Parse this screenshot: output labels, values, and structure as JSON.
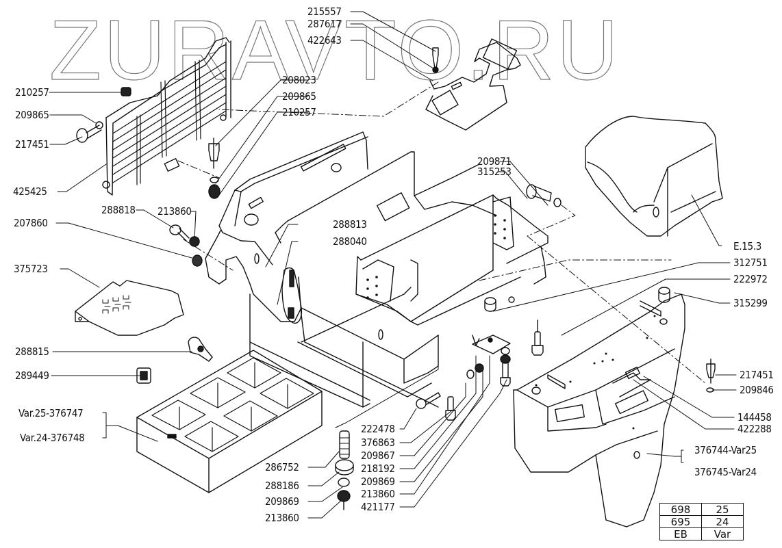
{
  "watermark": "ZURAVTO.RU",
  "labels": {
    "p215557": "215557",
    "p287617": "287617",
    "p422643": "422643",
    "p210257a": "210257",
    "p208023": "208023",
    "p209865b": "209865",
    "p210257b": "210257",
    "p209865a": "209865",
    "p217451a": "217451",
    "p425425": "425425",
    "p209871": "209871",
    "p315253": "315253",
    "pE153": "E.15.3",
    "p288818": "288818",
    "p213860a": "213860",
    "p207860": "207860",
    "p288813": "288813",
    "p288040": "288040",
    "p312751": "312751",
    "p222972": "222972",
    "p375723": "375723",
    "p315299": "315299",
    "p288815": "288815",
    "p289449": "289449",
    "p217451b": "217451",
    "p209846": "209846",
    "pVar25": "Var.25-376747",
    "pVar24": "Var.24-376748",
    "p144458": "144458",
    "p422288": "422288",
    "p222478": "222478",
    "p376863": "376863",
    "p209867": "209867",
    "p218192": "218192",
    "p209869a": "209869",
    "p213860b": "213860",
    "p421177": "421177",
    "p286752": "286752",
    "p288186": "288186",
    "p209869b": "209869",
    "p213860c": "213860",
    "p376744": "376744-Var25",
    "p376745": "376745-Var24"
  },
  "variant_table": {
    "rows": [
      [
        "698",
        "25"
      ],
      [
        "695",
        "24"
      ],
      [
        "EB",
        "Var"
      ]
    ]
  }
}
